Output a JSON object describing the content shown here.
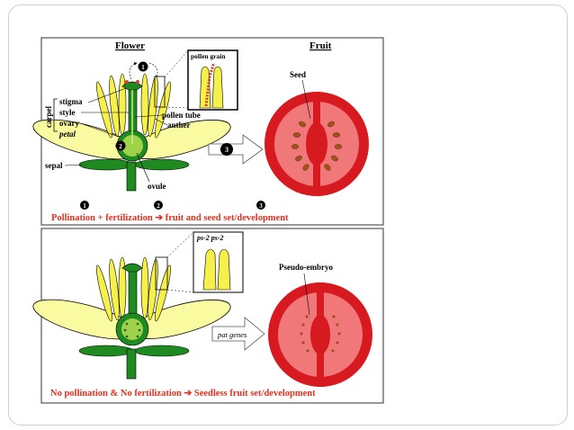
{
  "top_panel": {
    "flower_heading": "Flower",
    "fruit_heading": "Fruit",
    "labels": {
      "carpel": "carpel",
      "stigma": "stigma",
      "style": "style",
      "ovary": "ovary",
      "petal": "petal",
      "sepal": "sepal",
      "pollen_tube": "pollen tube",
      "anther": "anther",
      "ovule": "ovule",
      "pollen_grain": "pollen grain",
      "seed": "Seed"
    },
    "step_markers": [
      "1",
      "2",
      "3"
    ],
    "caption": "Pollination + fertilization ➔ fruit and seed set/development"
  },
  "bottom_panel": {
    "inset_label": "ps-2 ps-2",
    "arrow_label": "pat genes",
    "pseudo_embryo": "Pseudo-embryo",
    "caption": "No pollination & No fertilization ➔ Seedless fruit set/development"
  },
  "colors": {
    "caption_red": "#e0301e",
    "fruit_red": "#d71920",
    "fruit_flesh": "#f07878",
    "petal_yellow": "#fafaa0",
    "stamen_yellow": "#f5f04a",
    "green": "#1f8a1f",
    "seed_brown": "#a0521e"
  }
}
